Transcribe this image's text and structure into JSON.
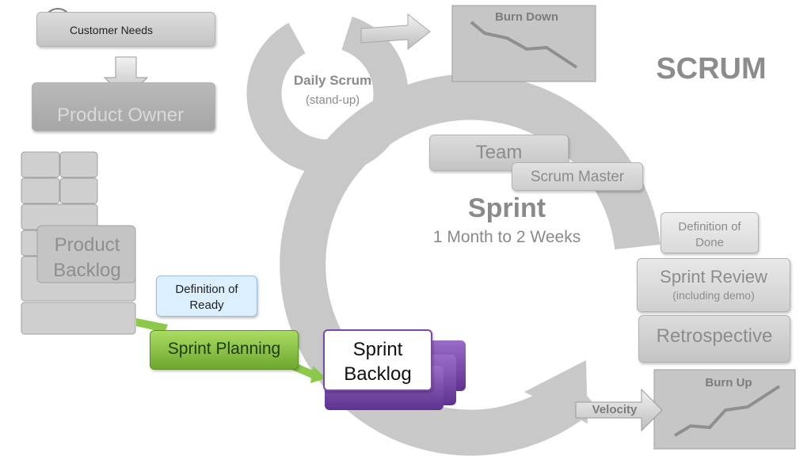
{
  "title": "SCRUM",
  "customer_needs": "Customer Needs",
  "product_owner": "Product Owner",
  "product_backlog": [
    "Product",
    "Backlog"
  ],
  "definition_of_ready": [
    "Definition of",
    "Ready"
  ],
  "sprint_planning": "Sprint Planning",
  "sprint_backlog": [
    "Sprint",
    "Backlog"
  ],
  "daily_scrum": {
    "title": "Daily Scrum",
    "subtitle": "(stand-up)"
  },
  "burn_down": "Burn Down",
  "team": "Team",
  "scrum_master": "Scrum Master",
  "sprint": {
    "title": "Sprint",
    "duration": "1 Month to 2 Weeks"
  },
  "definition_of_done": [
    "Definition of",
    "Done"
  ],
  "sprint_review": {
    "title": "Sprint Review",
    "note": "(including demo)"
  },
  "retrospective": "Retrospective",
  "burn_up": "Burn Up",
  "velocity": "Velocity",
  "colors": {
    "gray_box": "#c9c9c9",
    "green": "#86c441",
    "purple": "#7a4aa8",
    "blue_box": "#dcefff"
  }
}
